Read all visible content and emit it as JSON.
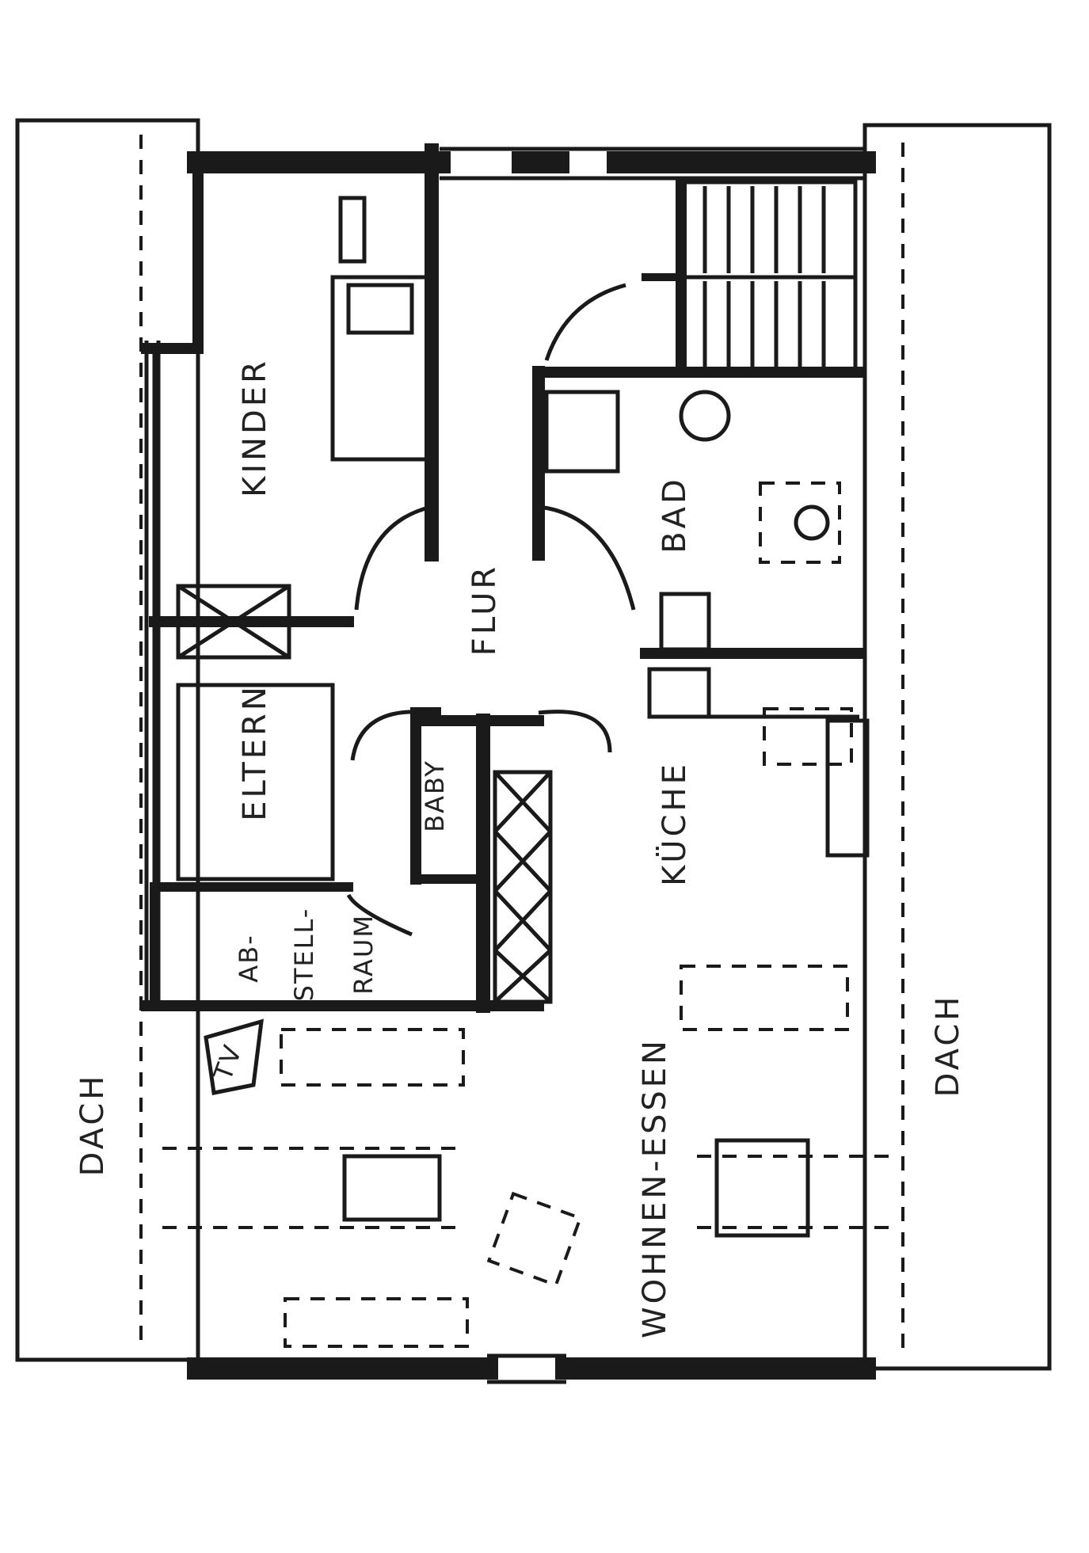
{
  "rooms": {
    "dach_left": "DACH",
    "dach_right": "DACH",
    "kinder": "KINDER",
    "flur": "FLUR",
    "bad": "BAD",
    "eltern": "ELTERN",
    "baby": "BABY",
    "kueche": "KÜCHE",
    "abstellraum_1": "AB-",
    "abstellraum_2": "STELL-",
    "abstellraum_3": "RAUM",
    "wohnen_essen": "WOHNEN-ESSEN",
    "tv": "TV"
  }
}
